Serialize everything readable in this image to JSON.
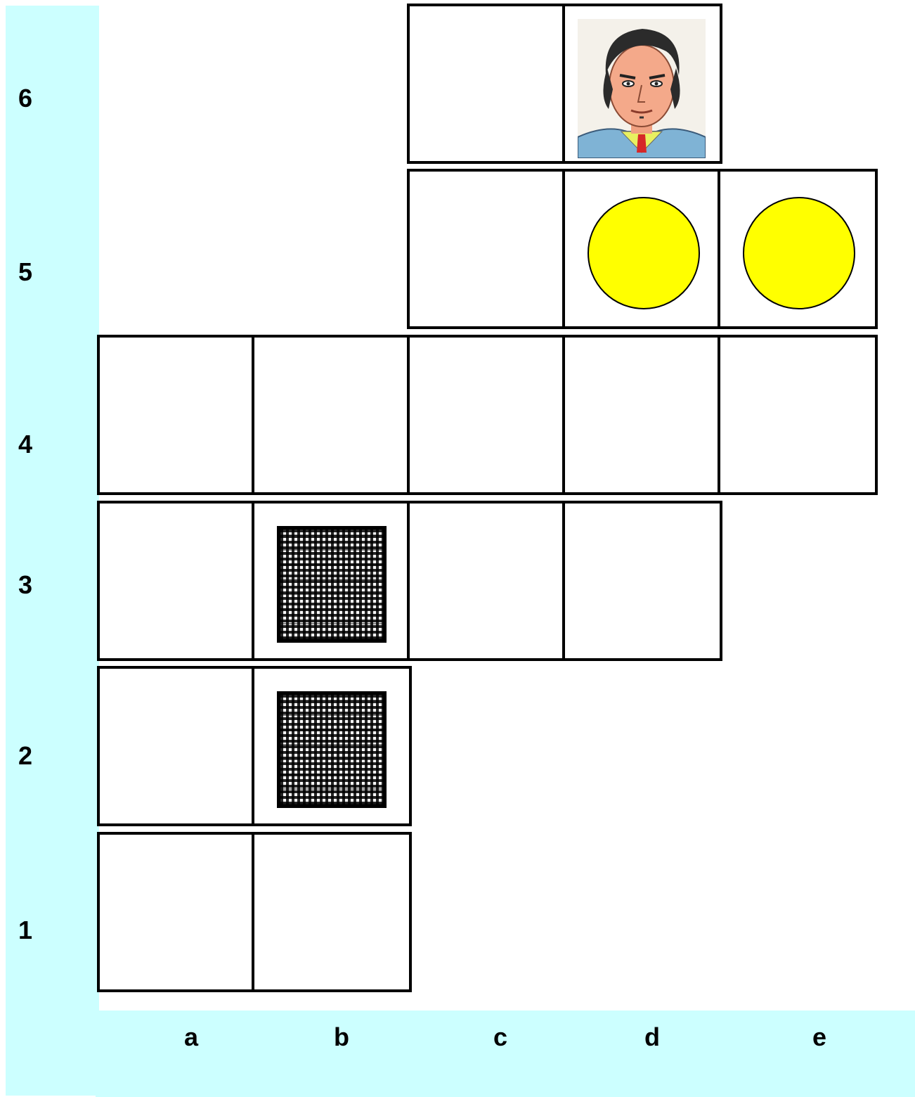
{
  "board": {
    "ranks": [
      "6",
      "5",
      "4",
      "3",
      "2",
      "1"
    ],
    "files": [
      "a",
      "b",
      "c",
      "d",
      "e"
    ],
    "squares": [
      "c6",
      "d6",
      "c5",
      "d5",
      "e5",
      "a4",
      "b4",
      "c4",
      "d4",
      "e4",
      "a3",
      "b3",
      "c3",
      "d3",
      "a2",
      "b2",
      "a1",
      "b1"
    ]
  },
  "pieces": [
    {
      "square": "d6",
      "kind": "man",
      "icon": "man-portrait-icon"
    },
    {
      "square": "d5",
      "kind": "coin",
      "color": "#ffff00",
      "icon": "yellow-coin-icon"
    },
    {
      "square": "e5",
      "kind": "coin",
      "color": "#ffff00",
      "icon": "yellow-coin-icon"
    },
    {
      "square": "b3",
      "kind": "block",
      "icon": "checkered-block-icon"
    },
    {
      "square": "b2",
      "kind": "block",
      "icon": "checkered-block-icon"
    }
  ],
  "colors": {
    "label_bar": "#ccffff",
    "grid_line": "#000000",
    "coin": "#ffff00"
  }
}
